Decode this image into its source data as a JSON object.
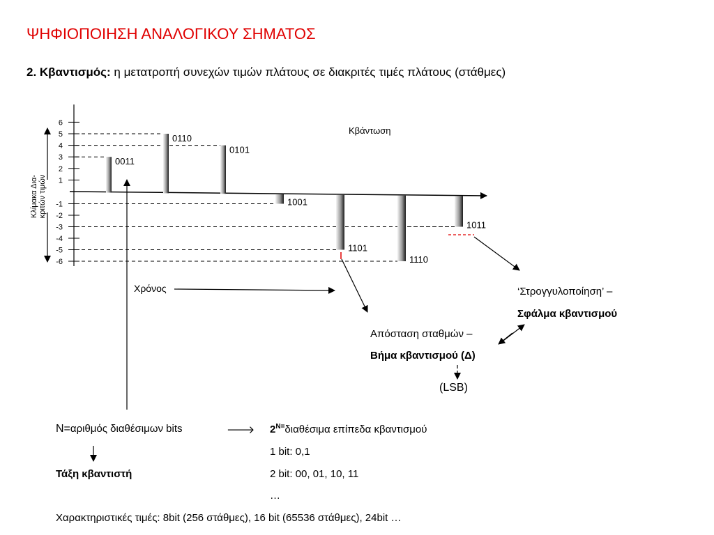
{
  "title": "ΨΗΦΙΟΠΟΙΗΣΗ ΑΝΑΛΟΓΙΚΟΥ ΣΗΜΑΤΟΣ",
  "subtitle": {
    "bold": "2. Κβαντισμός:",
    "rest": " η μετατροπή συνεχών τιμών πλάτους σε διακριτές τιμές πλάτους (στάθμες)"
  },
  "figure": {
    "y_axis_label_1": "Κλίμακα Δια-",
    "y_axis_label_2": "κριτών τιμών",
    "ticks": [
      "6",
      "5",
      "4",
      "3",
      "2",
      "1",
      "-1",
      "-2",
      "-3",
      "-4",
      "-5",
      "-6"
    ],
    "tick_values": [
      6,
      5,
      4,
      3,
      2,
      1,
      -1,
      -2,
      -3,
      -4,
      -5,
      -6
    ],
    "quantization_label": "Κβάντωση",
    "time_label": "Χρόνος",
    "samples": [
      {
        "value": 3,
        "code": "0011"
      },
      {
        "value": 5,
        "code": "0110"
      },
      {
        "value": 4,
        "code": "0101"
      },
      {
        "value": -1,
        "code": "1001"
      },
      {
        "value": -5,
        "code": "1101"
      },
      {
        "value": -6,
        "code": "1110"
      },
      {
        "value": -3,
        "code": "1011"
      }
    ]
  },
  "annotations": {
    "rounding_1": "‘Στρογγυλοποίηση’ –",
    "rounding_2": "Σφάλμα κβαντισμού",
    "distance_1": "Απόσταση σταθμών –",
    "distance_2": "Βήμα κβαντισμού (Δ)",
    "lsb": "(LSB)"
  },
  "bottom": {
    "n_prefix": "N=",
    "n_text": "αριθμός διαθέσιμων bits",
    "arrow_right": "🡒",
    "levels_base": "2",
    "levels_sup": "N=",
    "levels_text": "διαθέσιμα επίπεδα κβαντισμού",
    "example_1": "1 bit: 0,1",
    "quantizer_order": "Τάξη κβαντιστή",
    "example_2": "2 bit: 00, 01, 10, 11",
    "ellipsis": "…",
    "characteristic": "Χαρακτηριστικές τιμές: 8bit (256 στάθμες), 16 bit (65536 στάθμες), 24bit …"
  },
  "colors": {
    "title": "#e00000",
    "error_marker": "#e00000"
  }
}
